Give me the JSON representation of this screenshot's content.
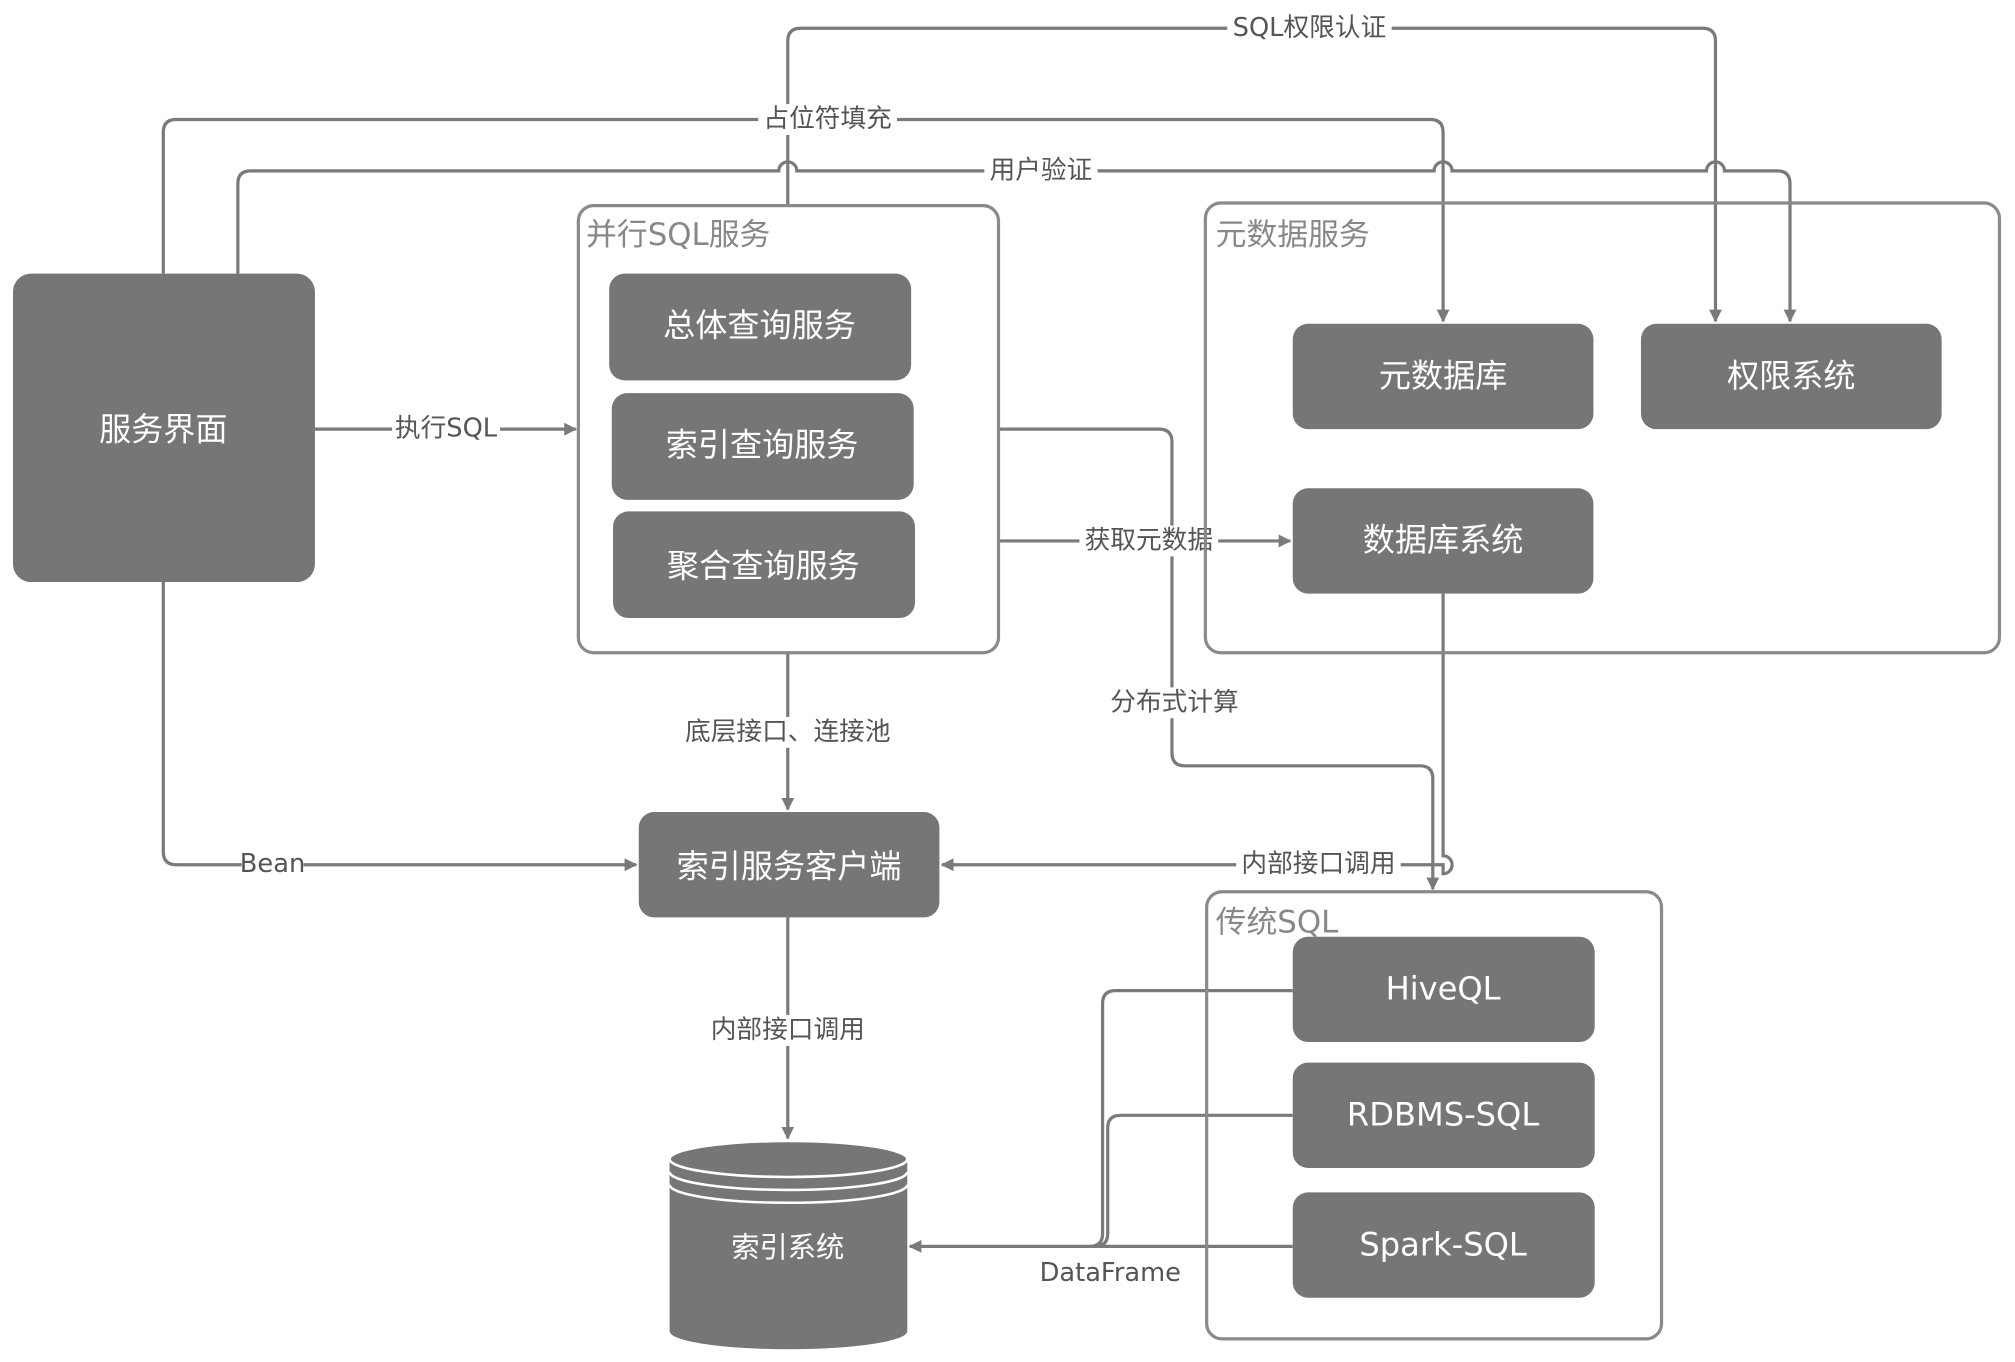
{
  "colors": {
    "box": "#767676",
    "line": "#7a7a7a",
    "container": "#8a8a8a"
  },
  "nodes": {
    "service_ui": "服务界面",
    "parallel_sql": "并行SQL服务",
    "overall_query": "总体查询服务",
    "index_query": "索引查询服务",
    "aggregate_query": "聚合查询服务",
    "metadata_service": "元数据服务",
    "metadata_db": "元数据库",
    "permission_system": "权限系统",
    "database_system": "数据库系统",
    "index_client": "索引服务客户端",
    "traditional_sql": "传统SQL",
    "hiveql": "HiveQL",
    "rdbms_sql": "RDBMS-SQL",
    "spark_sql": "Spark-SQL",
    "index_system": "索引系统"
  },
  "edges": {
    "sql_auth": "SQL权限认证",
    "placeholder_fill": "占位符填充",
    "user_verify": "用户验证",
    "exec_sql": "执行SQL",
    "get_metadata": "获取元数据",
    "distributed_compute": "分布式计算",
    "low_level": "底层接口、连接池",
    "bean": "Bean",
    "internal_call_right": "内部接口调用",
    "internal_call_down": "内部接口调用",
    "dataframe": "DataFrame"
  }
}
